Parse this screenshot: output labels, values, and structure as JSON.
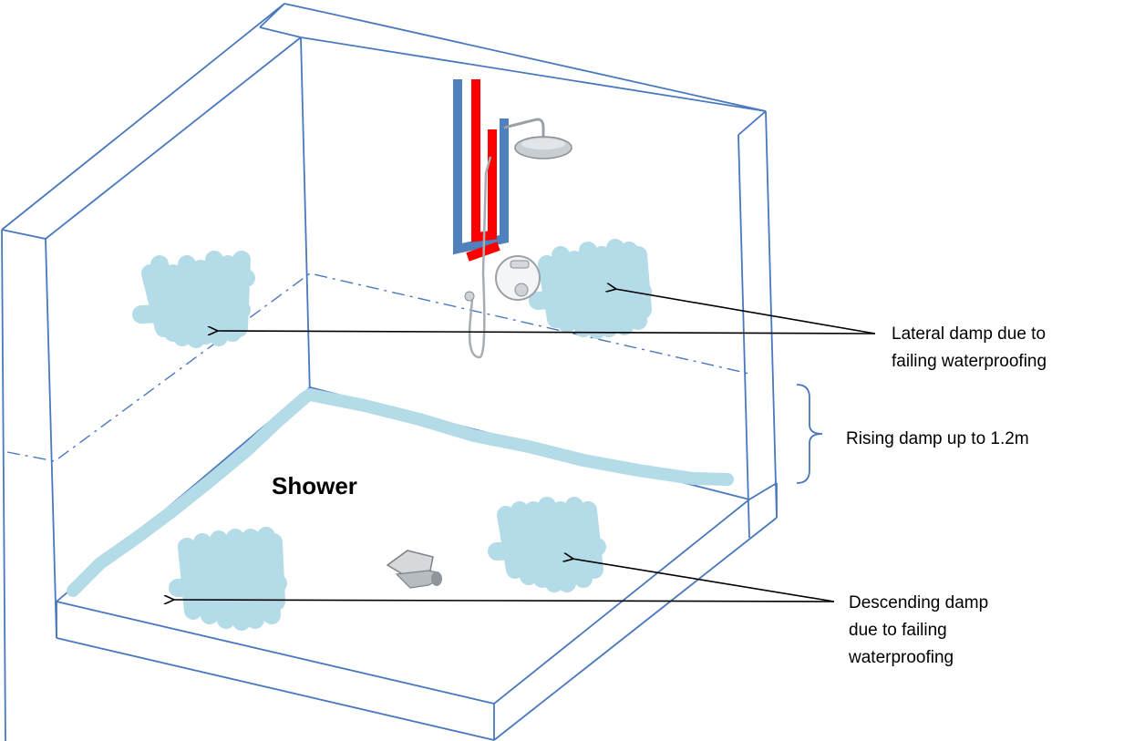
{
  "labels": {
    "shower": "Shower",
    "lateral_line1": "Lateral damp due to",
    "lateral_line2": "failing waterproofing",
    "rising": "Rising damp up to 1.2m",
    "descending_line1": "Descending damp",
    "descending_line2": "due to failing",
    "descending_line3": "waterproofing"
  },
  "colors": {
    "wall_outline": "#4a78bf",
    "damp": "#b3dbe8",
    "hot_pipe": "#ff0000",
    "cold_pipe": "#4f81bd",
    "arrow": "#000000"
  }
}
